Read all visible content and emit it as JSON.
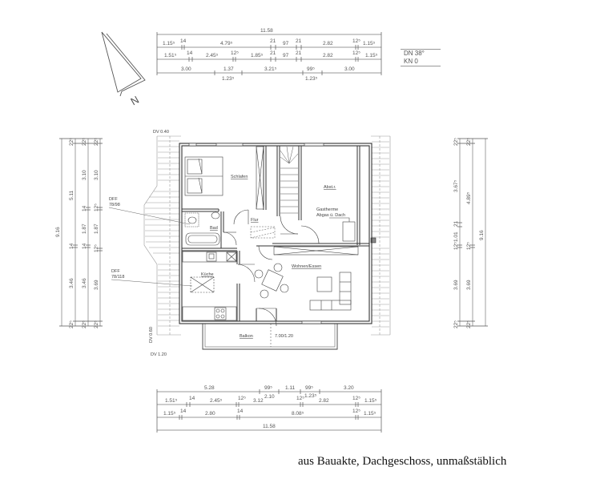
{
  "caption": "aus Bauakte, Dachgeschoss, unmaßstäblich",
  "roof_info": {
    "dn": "DN  38°",
    "kn": "KN  0"
  },
  "north_arrow": {
    "label": "N"
  },
  "rooms": {
    "schlafen": "Schlafen",
    "bad": "Bad",
    "flur": "Flur",
    "abst": "Abst.r.",
    "gastherme_1": "Gastherme",
    "gastherme_2": "Abgas ü. Dach",
    "kueche": "Küche",
    "wohnen": "Wohnen/Essen",
    "balkon": "Balkon",
    "balkon_dim": "7.00/1.20"
  },
  "annotations": {
    "dv_top": "DV 0.40",
    "dv_mid": "DV 0.60",
    "dv_bottom": "DV 1.20",
    "dff1_a": "DFF",
    "dff1_b": "78/98",
    "dff2_a": "DFF",
    "dff2_b": "78/118"
  },
  "dimensions_top": {
    "row1": [
      "11.58"
    ],
    "row2": [
      "1.15⁵",
      "14",
      "4.79⁵",
      "21",
      "97",
      "21",
      "2.82",
      "12⁵",
      "1.15⁵"
    ],
    "row3": [
      "1.51⁵",
      "14",
      "2.45⁵",
      "12⁵",
      "1.85⁵",
      "21",
      "97",
      "21",
      "2.82",
      "12⁵",
      "1.15⁵"
    ],
    "row4": [
      "3.00",
      "1.37",
      "1.23⁵",
      "3.21⁵",
      "99⁵",
      "1.23⁵",
      "3.00"
    ]
  },
  "dimensions_bottom": {
    "row1": [
      "5.28",
      "99⁵",
      "1.11",
      "99⁵",
      "3.20"
    ],
    "row1_sub": [
      "2.10"
    ],
    "row2": [
      "1.51⁵",
      "14",
      "2.45⁵",
      "12⁵",
      "3.12",
      "12⁵",
      "1.23⁵",
      "2.82",
      "12⁵",
      "1.15⁵"
    ],
    "row3": [
      "1.15⁵",
      "14",
      "2.80",
      "14",
      "8.08⁵",
      "12⁵",
      "1.15⁵"
    ],
    "row4": [
      "11.58"
    ]
  },
  "dimensions_left": {
    "outer": [
      "9.16"
    ],
    "col2": [
      "22⁵",
      "5.11",
      "14",
      "3.46",
      "22⁵"
    ],
    "col3": [
      "22⁵",
      "3.10",
      "14",
      "1.87",
      "14",
      "3.46",
      "22⁵"
    ],
    "col4": [
      "22⁵",
      "3.10",
      "12⁵",
      "1.87",
      "12⁵",
      "3.69",
      "22⁵"
    ]
  },
  "dimensions_right": {
    "col1": [
      "22⁵",
      "3.67⁵",
      "21",
      "1.01",
      "12⁵",
      "3.69",
      "22⁵"
    ],
    "col2": [
      "22⁵",
      "4.89⁵",
      "12⁵",
      "3.69",
      "22⁵"
    ],
    "col3": [
      "9.16"
    ]
  },
  "colors": {
    "line": "#333333",
    "dim_line": "#777777",
    "hatch": "#9a9a9a",
    "background": "#ffffff"
  }
}
